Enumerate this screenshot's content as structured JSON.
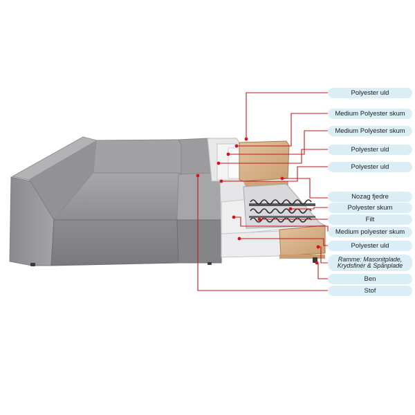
{
  "colors": {
    "label_bg": "#dceef5",
    "leader": "#c4161c",
    "dot": "#d0161c",
    "fabric": "#9a9a9c",
    "wood": "#d8b48c"
  },
  "labels": [
    {
      "id": "l1",
      "text": "Polyester uld"
    },
    {
      "id": "l2",
      "text": "Medium Polyester skum"
    },
    {
      "id": "l3",
      "text": "Medium Polyester skum"
    },
    {
      "id": "l4",
      "text": "Polyester uld"
    },
    {
      "id": "l5",
      "text": "Polyester uld"
    },
    {
      "id": "l6",
      "text": "Nozag fjedre"
    },
    {
      "id": "l7",
      "text": "Polyester skum"
    },
    {
      "id": "l8",
      "text": "Filt"
    },
    {
      "id": "l9",
      "text": "Medium polyester skum"
    },
    {
      "id": "l10",
      "text": "Polyester uld"
    },
    {
      "id": "l11",
      "line1": "Ramme: Masonitplade,",
      "line2": "Krydsfinér & Spånplade"
    },
    {
      "id": "l12",
      "text": "Ben"
    },
    {
      "id": "l13",
      "text": "Stof"
    }
  ]
}
